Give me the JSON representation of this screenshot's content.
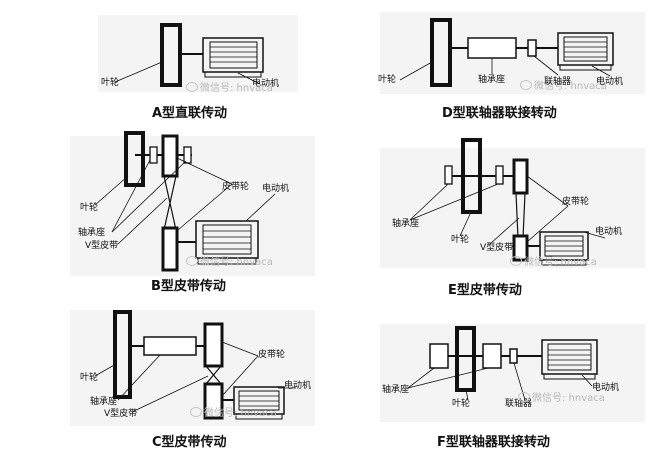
{
  "watermark": "微信号: hnvaca",
  "panels": {
    "a": {
      "caption": "A型直联传动",
      "impeller": "叶轮",
      "motor": "电动机"
    },
    "d": {
      "caption": "D型联轴器联接转动",
      "impeller": "叶轮",
      "bearing": "轴承座",
      "coupling": "联轴器",
      "motor": "电动机"
    },
    "b": {
      "caption": "B型皮带传动",
      "pulley": "皮带轮",
      "impeller": "叶轮",
      "bearing": "轴承座",
      "belt": "V型皮带",
      "motor": "电动机"
    },
    "e": {
      "caption": "E型皮带传动",
      "pulley": "皮带轮",
      "bearing": "轴承座",
      "impeller": "叶轮",
      "belt": "V型皮带",
      "motor": "电动机"
    },
    "c": {
      "caption": "C型皮带传动",
      "pulley": "皮带轮",
      "impeller": "叶轮",
      "motor": "电动机",
      "bearing": "轴承座",
      "belt": "V型皮带"
    },
    "f": {
      "caption": "F型联轴器联接转动",
      "bearing": "轴承座",
      "impeller": "叶轮",
      "motor": "电动机",
      "coupling": "联轴器"
    }
  }
}
